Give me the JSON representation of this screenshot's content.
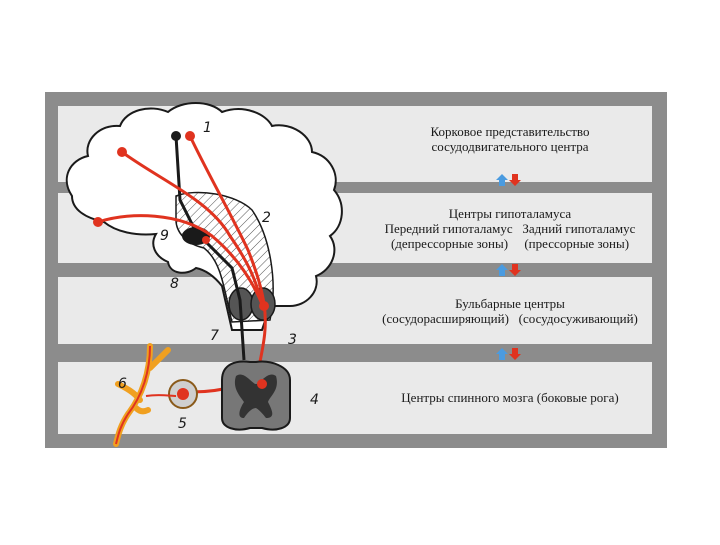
{
  "levels": [
    {
      "lines": [
        "Корковое представительство",
        "сосудодвигательного центра"
      ]
    },
    {
      "lines": [
        "Центры гипоталамуса",
        "Передний гипоталамус   Задний гипоталамус",
        "(депрессорные зоны)     (прессорные зоны)"
      ]
    },
    {
      "lines": [
        "Бульбарные центры",
        "(сосудорасширяющий)   (сосудосуживающий)"
      ]
    },
    {
      "lines": [
        "Центры спинного мозга (боковые рога)"
      ]
    }
  ],
  "callouts": [
    "1",
    "2",
    "3",
    "4",
    "5",
    "6",
    "7",
    "8",
    "9"
  ],
  "colors": {
    "band": "#e9e9e9",
    "band_border": "#8a8a8a",
    "pressor": "#e0331f",
    "depressor": "#1a1a1a",
    "arrow_up": "#4a9be0",
    "arrow_down": "#e0331f",
    "nerve": "#f0a020"
  }
}
